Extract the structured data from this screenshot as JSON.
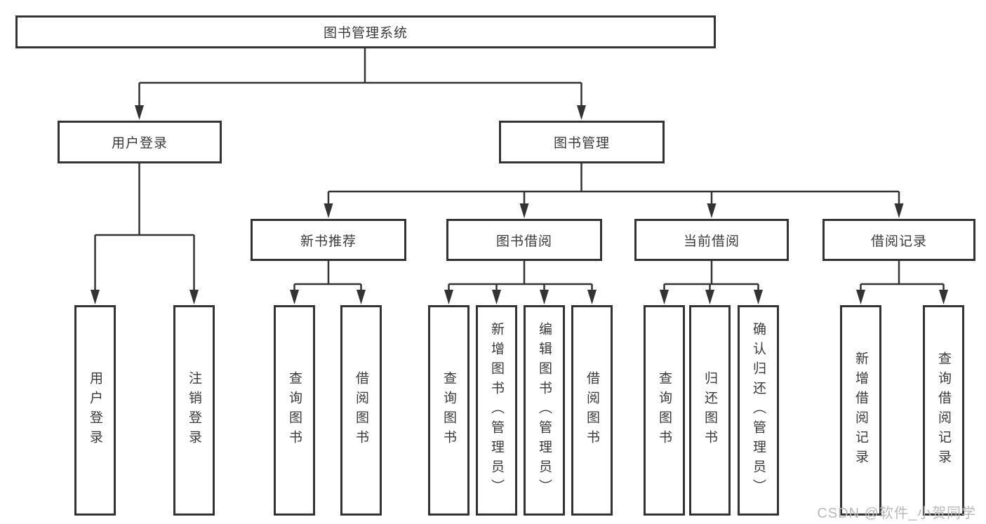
{
  "tree": {
    "label": "图书管理系统",
    "children": [
      {
        "label": "用户登录",
        "children": [
          {
            "label": "用户登录"
          },
          {
            "label": "注销登录"
          }
        ]
      },
      {
        "label": "图书管理",
        "children": [
          {
            "label": "新书推荐",
            "children": [
              {
                "label": "查询图书"
              },
              {
                "label": "借阅图书"
              }
            ]
          },
          {
            "label": "图书借阅",
            "children": [
              {
                "label": "查询图书"
              },
              {
                "label": "新增图书（管理员）"
              },
              {
                "label": "编辑图书（管理员）"
              },
              {
                "label": "借阅图书"
              }
            ]
          },
          {
            "label": "当前借阅",
            "children": [
              {
                "label": "查询图书"
              },
              {
                "label": "归还图书"
              },
              {
                "label": "确认归还（管理员）"
              }
            ]
          },
          {
            "label": "借阅记录",
            "children": [
              {
                "label": "新增借阅记录"
              },
              {
                "label": "查询借阅记录"
              }
            ]
          }
        ]
      }
    ]
  },
  "watermark": {
    "text": "CSDN @软件_小贺同学"
  },
  "colors": {
    "line": "#333333",
    "text": "#3a3a3a",
    "watermark": "#b9b9b9",
    "background": "#ffffff"
  }
}
